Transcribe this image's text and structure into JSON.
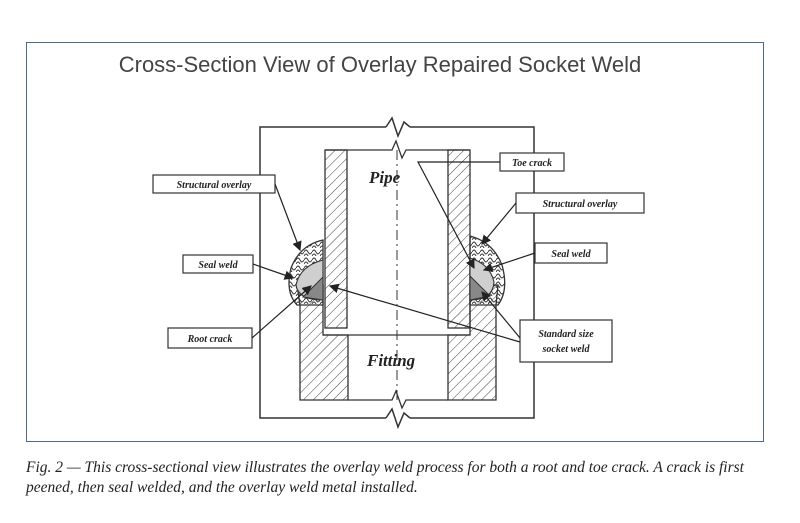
{
  "diagram": {
    "title": "Cross-Section View of Overlay Repaired Socket Weld",
    "pipe_label": "Pipe",
    "fitting_label": "Fitting",
    "labels": {
      "structural_overlay_left": "Structural overlay",
      "seal_weld_left": "Seal weld",
      "root_crack": "Root crack",
      "toe_crack": "Toe crack",
      "structural_overlay_right": "Structural overlay",
      "seal_weld_right": "Seal weld",
      "standard_socket_weld_line1": "Standard size",
      "standard_socket_weld_line2": "socket weld"
    }
  },
  "caption": "Fig. 2 — This cross-sectional view illustrates the overlay weld process for both a root and toe crack. A crack is first peened, then seal welded, and the overlay weld metal installed."
}
